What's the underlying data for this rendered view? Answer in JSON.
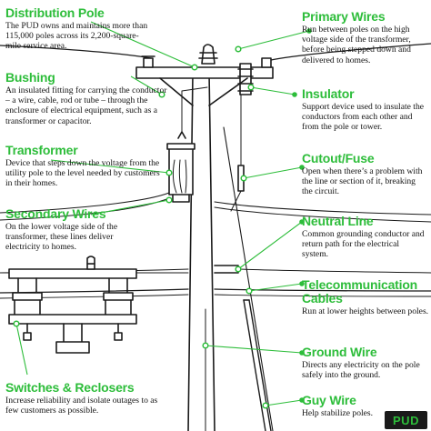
{
  "labels": {
    "distribution_pole": {
      "title": "Distribution Pole",
      "body": "The PUD owns and maintains more than 115,000 poles across its 2,200-square-mile service area."
    },
    "bushing": {
      "title": "Bushing",
      "body": "An insulated fitting for carrying the conductor – a wire, cable, rod or tube – through the enclosure of electrical equipment, such as a transformer or capacitor."
    },
    "transformer": {
      "title": "Transformer",
      "body": "Device that steps down the voltage from the utility pole to the level needed by customers in their homes."
    },
    "secondary_wires": {
      "title": "Secondary Wires",
      "body": "On the lower voltage side of the transformer, these lines deliver electricity to homes."
    },
    "switches_reclosers": {
      "title": "Switches & Reclosers",
      "body": "Increase reliability and isolate outages to as few customers as possible."
    },
    "primary_wires": {
      "title": "Primary Wires",
      "body": "Run between poles on the high voltage side of the transformer, before being stepped down and delivered to homes."
    },
    "insulator": {
      "title": "Insulator",
      "body": "Support device used to insulate the conductors from each other and from the pole or tower."
    },
    "cutout_fuse": {
      "title": "Cutout/Fuse",
      "body": "Open when there’s a problem with the line or section of it, breaking the circuit."
    },
    "neutral_line": {
      "title": "Neutral Line",
      "body": "Common grounding conductor and return path for the electrical system."
    },
    "telecommunication_cables": {
      "title": "Telecommunication Cables",
      "body": "Run at lower heights between poles."
    },
    "ground_wire": {
      "title": "Ground Wire",
      "body": "Directs any electricity on the pole safely into the ground."
    },
    "guy_wire": {
      "title": "Guy Wire",
      "body": "Help stabilize poles."
    }
  },
  "logo": {
    "text": "PUD"
  },
  "colors": {
    "accent": "#2dbd3a",
    "ink": "#111111",
    "line": "#1a1a1a"
  }
}
